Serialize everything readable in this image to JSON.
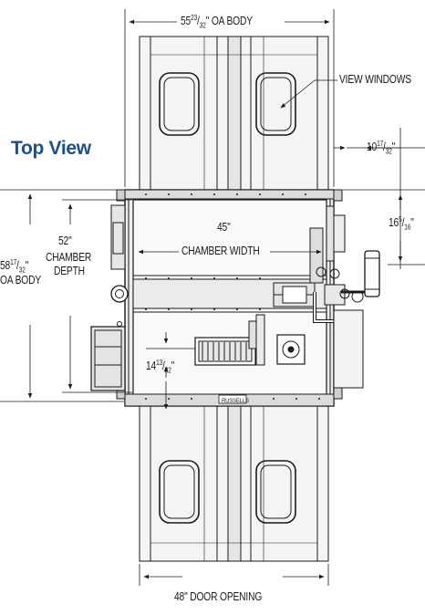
{
  "view_title": "Top View",
  "labels": {
    "oa_body_width_whole": "55",
    "oa_body_width_num": "23",
    "oa_body_width_den": "32",
    "oa_body_width_suffix": "\" OA BODY",
    "view_windows": "VIEW WINDOWS",
    "side_clear_whole": "10",
    "side_clear_num": "17",
    "side_clear_den": "32",
    "side_clear_suffix": "\"",
    "side_offset_whole": "16",
    "side_offset_num": "5",
    "side_offset_den": "16",
    "side_offset_suffix": "\"",
    "chamber_width_value": "45\"",
    "chamber_width_text": "CHAMBER WIDTH",
    "chamber_depth_value": "52\"",
    "chamber_depth_text1": "CHAMBER",
    "chamber_depth_text2": "DEPTH",
    "oa_body_depth_whole": "58",
    "oa_body_depth_num": "17",
    "oa_body_depth_den": "32",
    "oa_body_depth_suffix": "\"",
    "oa_body_depth_text": "OA BODY",
    "inner_dim_whole": "14",
    "inner_dim_num": "13",
    "inner_dim_den": "32",
    "inner_dim_suffix": "\"",
    "door_opening": "48\" DOOR OPENING",
    "plate_text": "RUSSELLS"
  },
  "colors": {
    "title": "#1f4e8c",
    "line": "#1a1a1a",
    "frame_fill": "#eeeeee",
    "chamber_fill": "#f7f7f7"
  }
}
